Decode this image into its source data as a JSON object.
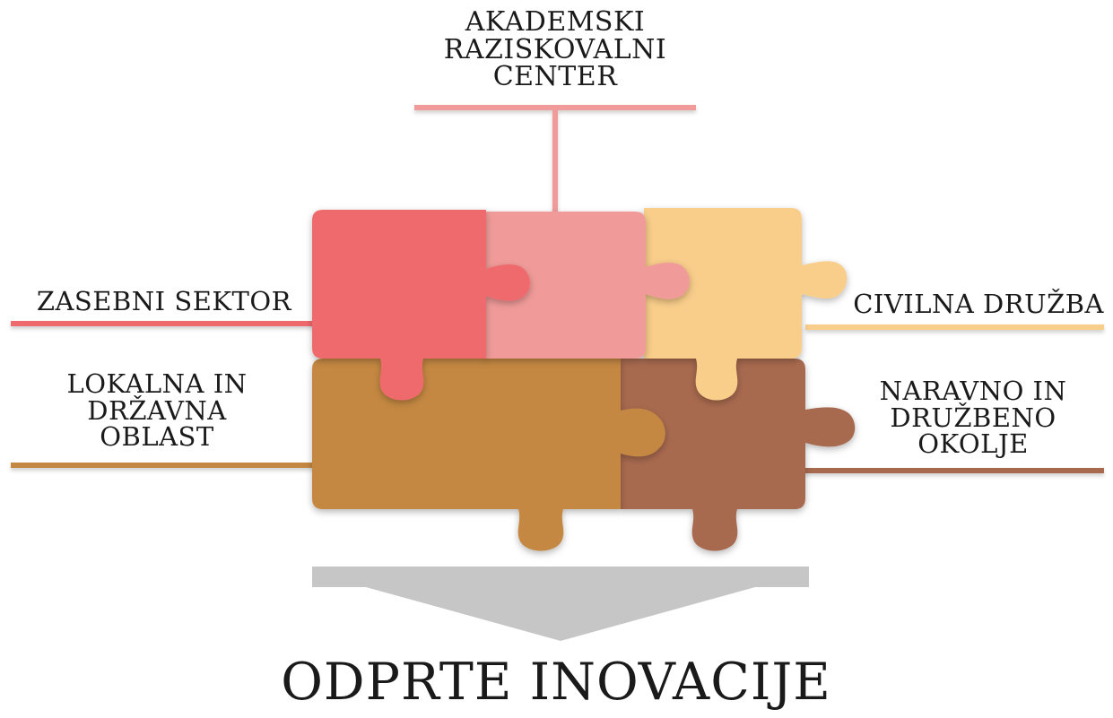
{
  "diagram": {
    "labels": {
      "academic": "AKADEMSKI\nRAZISKOVALNI\nCENTER",
      "private": "ZASEBNI SEKTOR",
      "civil": "CIVILNA DRUŽBA",
      "local": "LOKALNA IN\nDRŽAVNA\nOBLAST",
      "nature": "NARAVNO IN\nDRUŽBENO\nOKOLJE",
      "result": "ODPRTE INOVACIJE"
    },
    "colors": {
      "private": "#ef6a6d",
      "academic": "#f09b99",
      "civil": "#f9cd8a",
      "local": "#c48842",
      "nature": "#a86a4f",
      "arrow": "#c6c6c6",
      "text": "#1a1a1a"
    }
  }
}
